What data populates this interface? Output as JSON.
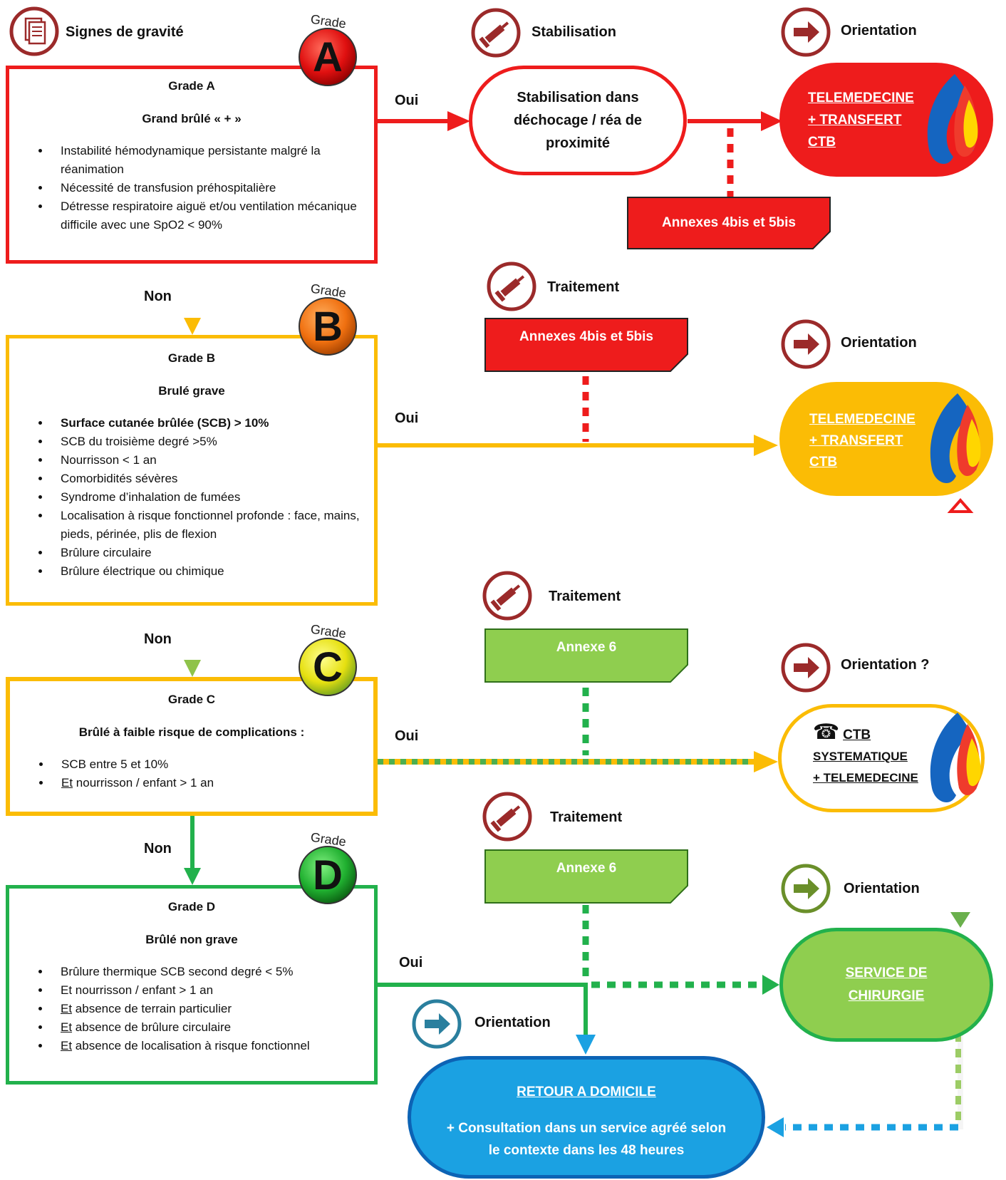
{
  "headers": {
    "signes": "Signes de gravité",
    "stabilisation": "Stabilisation",
    "orientation": "Orientation",
    "orientation_q": "Orientation ?",
    "traitement": "Traitement"
  },
  "badge_caption": "Grade",
  "grades": [
    {
      "letter": "A",
      "title": "Grade A",
      "subtitle": "Grand brûlé « + »",
      "items": [
        "Instabilité hémodynamique persistante malgré la réanimation",
        "Nécessité de transfusion préhospitalière",
        "Détresse respiratoire aiguë et/ou ventilation mécanique difficile avec une SpO2 < 90%"
      ],
      "color": "#ee1c1c"
    },
    {
      "letter": "B",
      "title": "Grade B",
      "subtitle": "Brulé grave",
      "items": [
        "Surface cutanée brûlée (SCB) > 10%",
        "SCB du troisième degré >5%",
        "Nourrisson < 1 an",
        "Comorbidités sévères",
        "Syndrome d’inhalation de fumées",
        "Localisation à risque fonctionnel profonde : face, mains, pieds, périnée, plis de flexion",
        "Brûlure circulaire",
        "Brûlure électrique ou chimique"
      ],
      "color": "#fbbc05"
    },
    {
      "letter": "C",
      "title": "Grade C",
      "subtitle": "Brûlé à faible risque de complications :",
      "items": [
        "SCB entre 5 et 10%"
      ],
      "item2_prefix": "Et",
      "item2_rest": " nourrisson / enfant > 1 an",
      "color": "#c8d400"
    },
    {
      "letter": "D",
      "title": "Grade D",
      "subtitle": "Brûlé non grave",
      "items": [
        "Brûlure thermique SCB second degré < 5%",
        "Et nourrisson / enfant > 1 an"
      ],
      "et_items": [
        {
          "prefix": "Et",
          "rest": " absence de terrain particulier"
        },
        {
          "prefix": "Et",
          "rest": " absence de brûlure circulaire"
        },
        {
          "prefix": "Et",
          "rest": " absence de localisation à risque fonctionnel"
        }
      ],
      "color": "#22b14c"
    }
  ],
  "edges": {
    "oui": "Oui",
    "non": "Non"
  },
  "stabilisation_box": "Stabilisation dans déchocage / réa de proximité",
  "annexes": {
    "red": "Annexes 4bis et 5bis",
    "green": "Annexe 6"
  },
  "outcomes": {
    "tele_a": [
      "TELEMEDECINE",
      "+ TRANSFERT",
      "CTB"
    ],
    "tele_b": [
      "TELEMEDECINE",
      "+ TRANSFERT",
      "CTB"
    ],
    "ctb_c": [
      "CTB",
      "SYSTEMATIQUE",
      "+ TELEMEDECINE"
    ],
    "phone_glyph": "☎",
    "chirurgie": [
      "SERVICE DE",
      "CHIRURGIE"
    ],
    "retour_title": "RETOUR A DOMICILE",
    "retour_sub": "+ Consultation dans un service agréé selon le contexte dans les 48 heures"
  },
  "colors": {
    "red": "#ee1c1c",
    "orange": "#f57c00",
    "yellow": "#fbbc05",
    "green": "#22b14c",
    "light_green": "#8fce4f",
    "blue": "#1ba1e2",
    "dark_red_icon": "#9b2a2a"
  },
  "icons": [
    "document-icon",
    "syringe-icon",
    "arrow-right-icon",
    "phone-icon",
    "flame-logo-icon"
  ]
}
